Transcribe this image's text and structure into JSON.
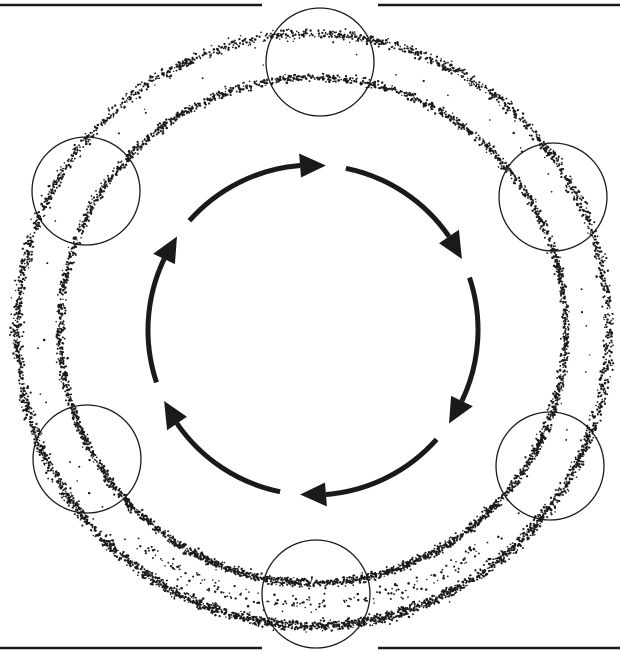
{
  "figure": {
    "background": "#ffffff",
    "ink_color": "#1a1a1a",
    "frame_lines": {
      "top_left": true,
      "top_right": true,
      "bottom_left": true,
      "bottom_right": true
    },
    "rings": [
      {
        "id": "outer",
        "style": "stippled"
      },
      {
        "id": "inner",
        "style": "stippled"
      }
    ],
    "sampling_circles": [
      {
        "id": 1,
        "position": "top"
      },
      {
        "id": 2,
        "position": "upper-right"
      },
      {
        "id": 3,
        "position": "lower-right"
      },
      {
        "id": 4,
        "position": "bottom"
      },
      {
        "id": 5,
        "position": "lower-left"
      },
      {
        "id": 6,
        "position": "upper-left"
      }
    ],
    "rotation": {
      "direction": "clockwise",
      "arrow_count": 6
    }
  }
}
